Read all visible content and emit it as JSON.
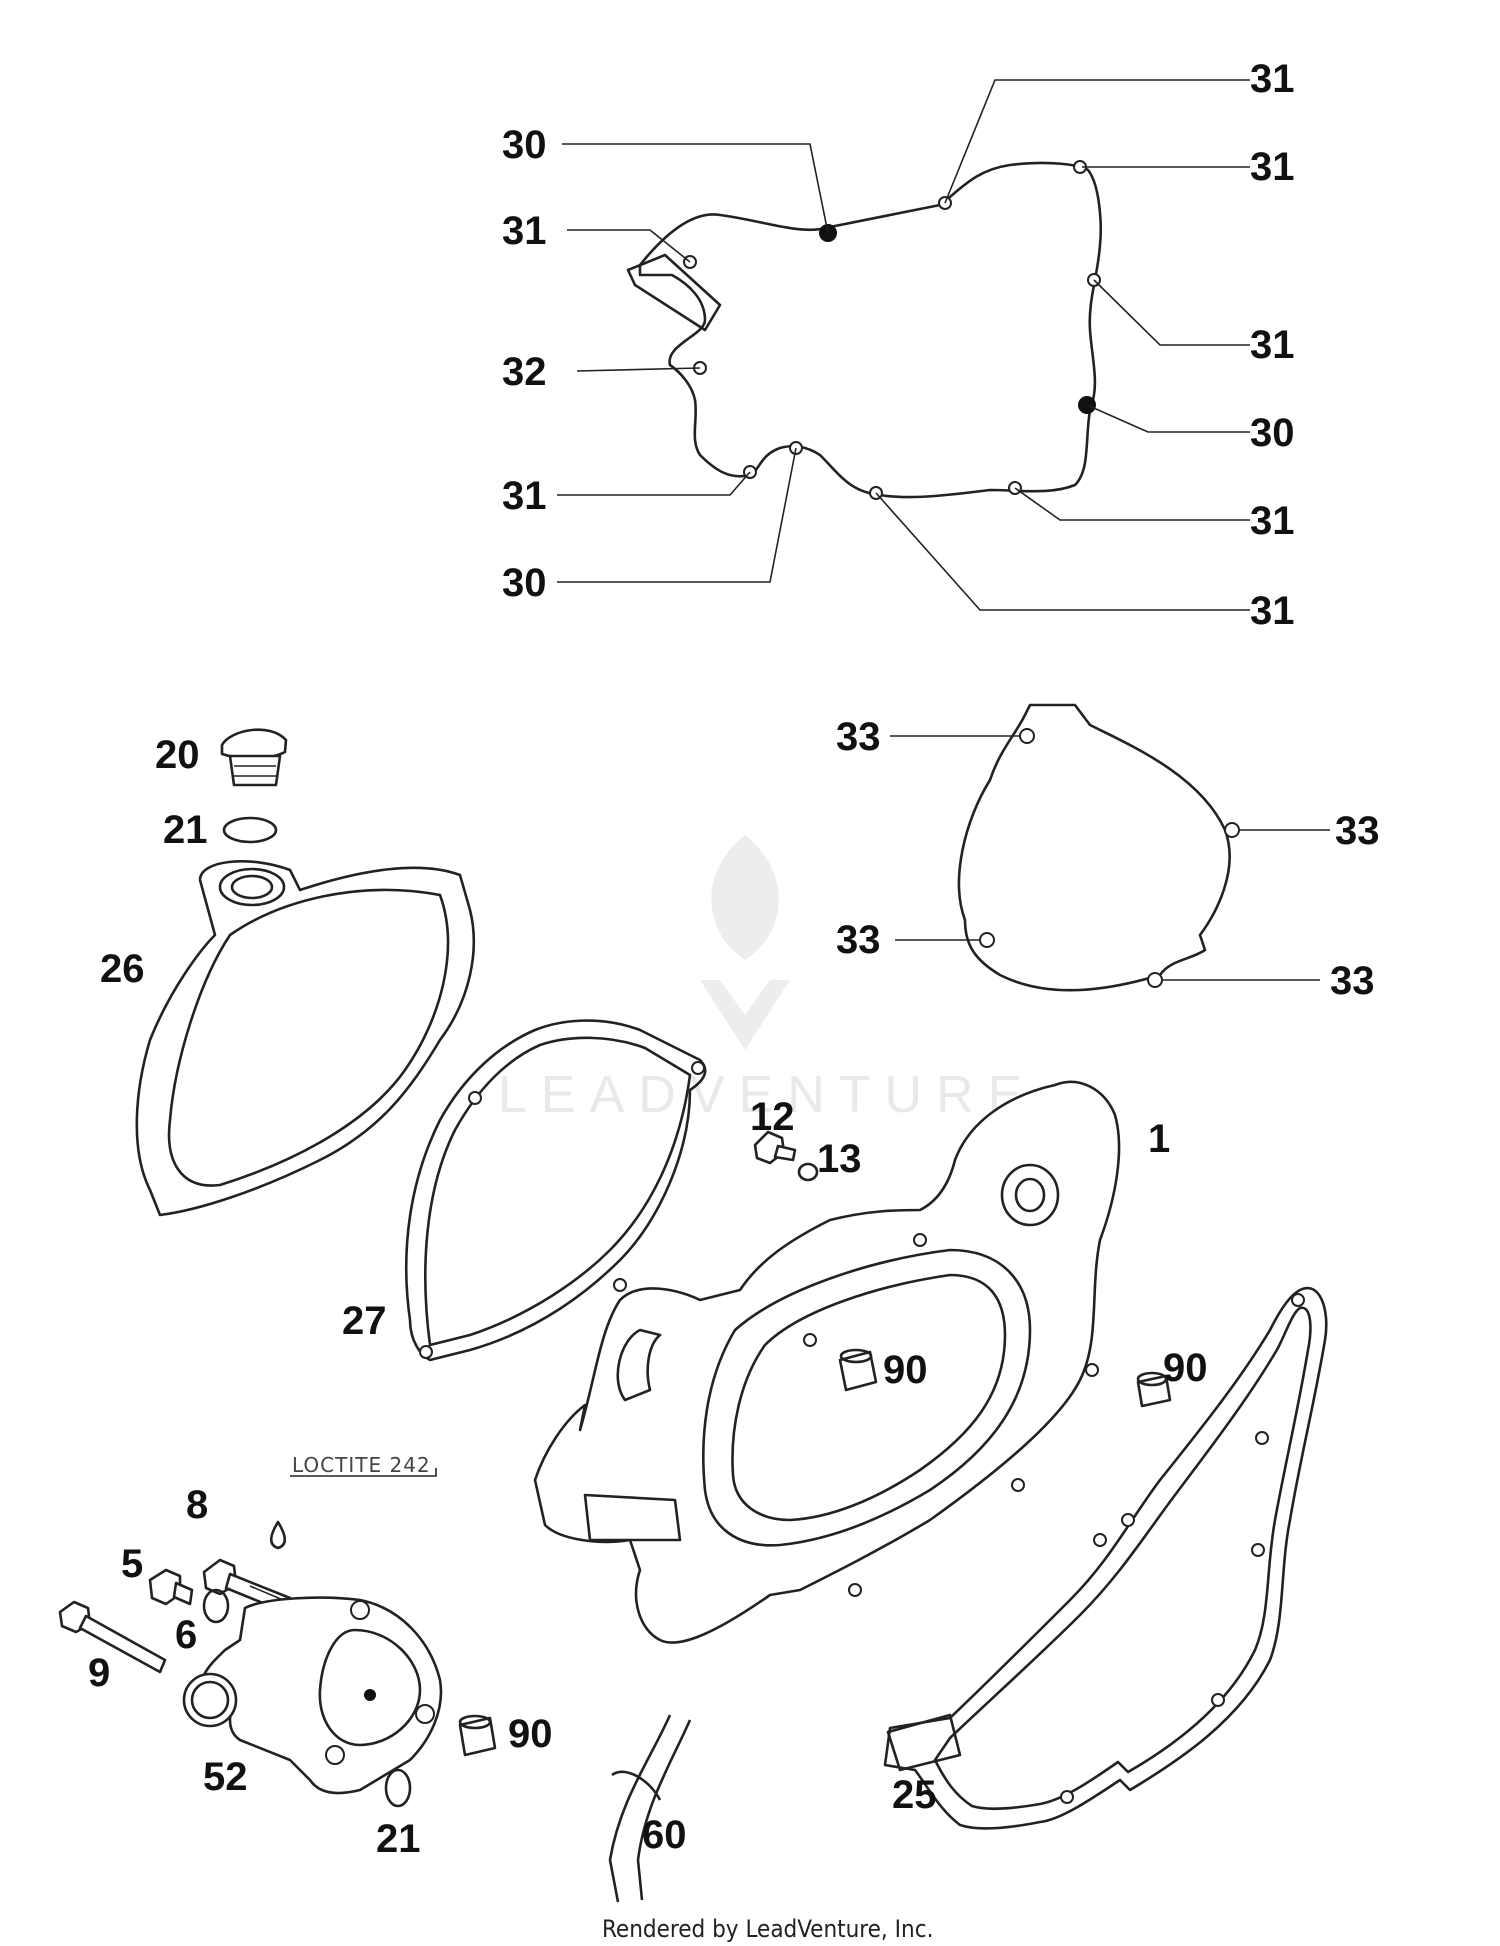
{
  "diagram": {
    "watermark": "LEADVENTURE",
    "footer": "Rendered by LeadVenture, Inc.",
    "note_loctite": "LOCTITE 242",
    "callouts": [
      {
        "id": "c31a",
        "text": "31"
      },
      {
        "id": "c31b",
        "text": "31"
      },
      {
        "id": "c30a",
        "text": "30"
      },
      {
        "id": "c31c",
        "text": "31"
      },
      {
        "id": "c31d",
        "text": "31"
      },
      {
        "id": "c32",
        "text": "32"
      },
      {
        "id": "c30b",
        "text": "30"
      },
      {
        "id": "c31e",
        "text": "31"
      },
      {
        "id": "c31f",
        "text": "31"
      },
      {
        "id": "c30c",
        "text": "30"
      },
      {
        "id": "c31g",
        "text": "31"
      },
      {
        "id": "c20",
        "text": "20"
      },
      {
        "id": "c21a",
        "text": "21"
      },
      {
        "id": "c26",
        "text": "26"
      },
      {
        "id": "c33a",
        "text": "33"
      },
      {
        "id": "c33b",
        "text": "33"
      },
      {
        "id": "c33c",
        "text": "33"
      },
      {
        "id": "c33d",
        "text": "33"
      },
      {
        "id": "c12",
        "text": "12"
      },
      {
        "id": "c13",
        "text": "13"
      },
      {
        "id": "c1",
        "text": "1"
      },
      {
        "id": "c27",
        "text": "27"
      },
      {
        "id": "c90a",
        "text": "90"
      },
      {
        "id": "c90b",
        "text": "90"
      },
      {
        "id": "c8",
        "text": "8"
      },
      {
        "id": "c5",
        "text": "5"
      },
      {
        "id": "c6",
        "text": "6"
      },
      {
        "id": "c9",
        "text": "9"
      },
      {
        "id": "c52",
        "text": "52"
      },
      {
        "id": "c90c",
        "text": "90"
      },
      {
        "id": "c21b",
        "text": "21"
      },
      {
        "id": "c60",
        "text": "60"
      },
      {
        "id": "c25",
        "text": "25"
      }
    ]
  }
}
